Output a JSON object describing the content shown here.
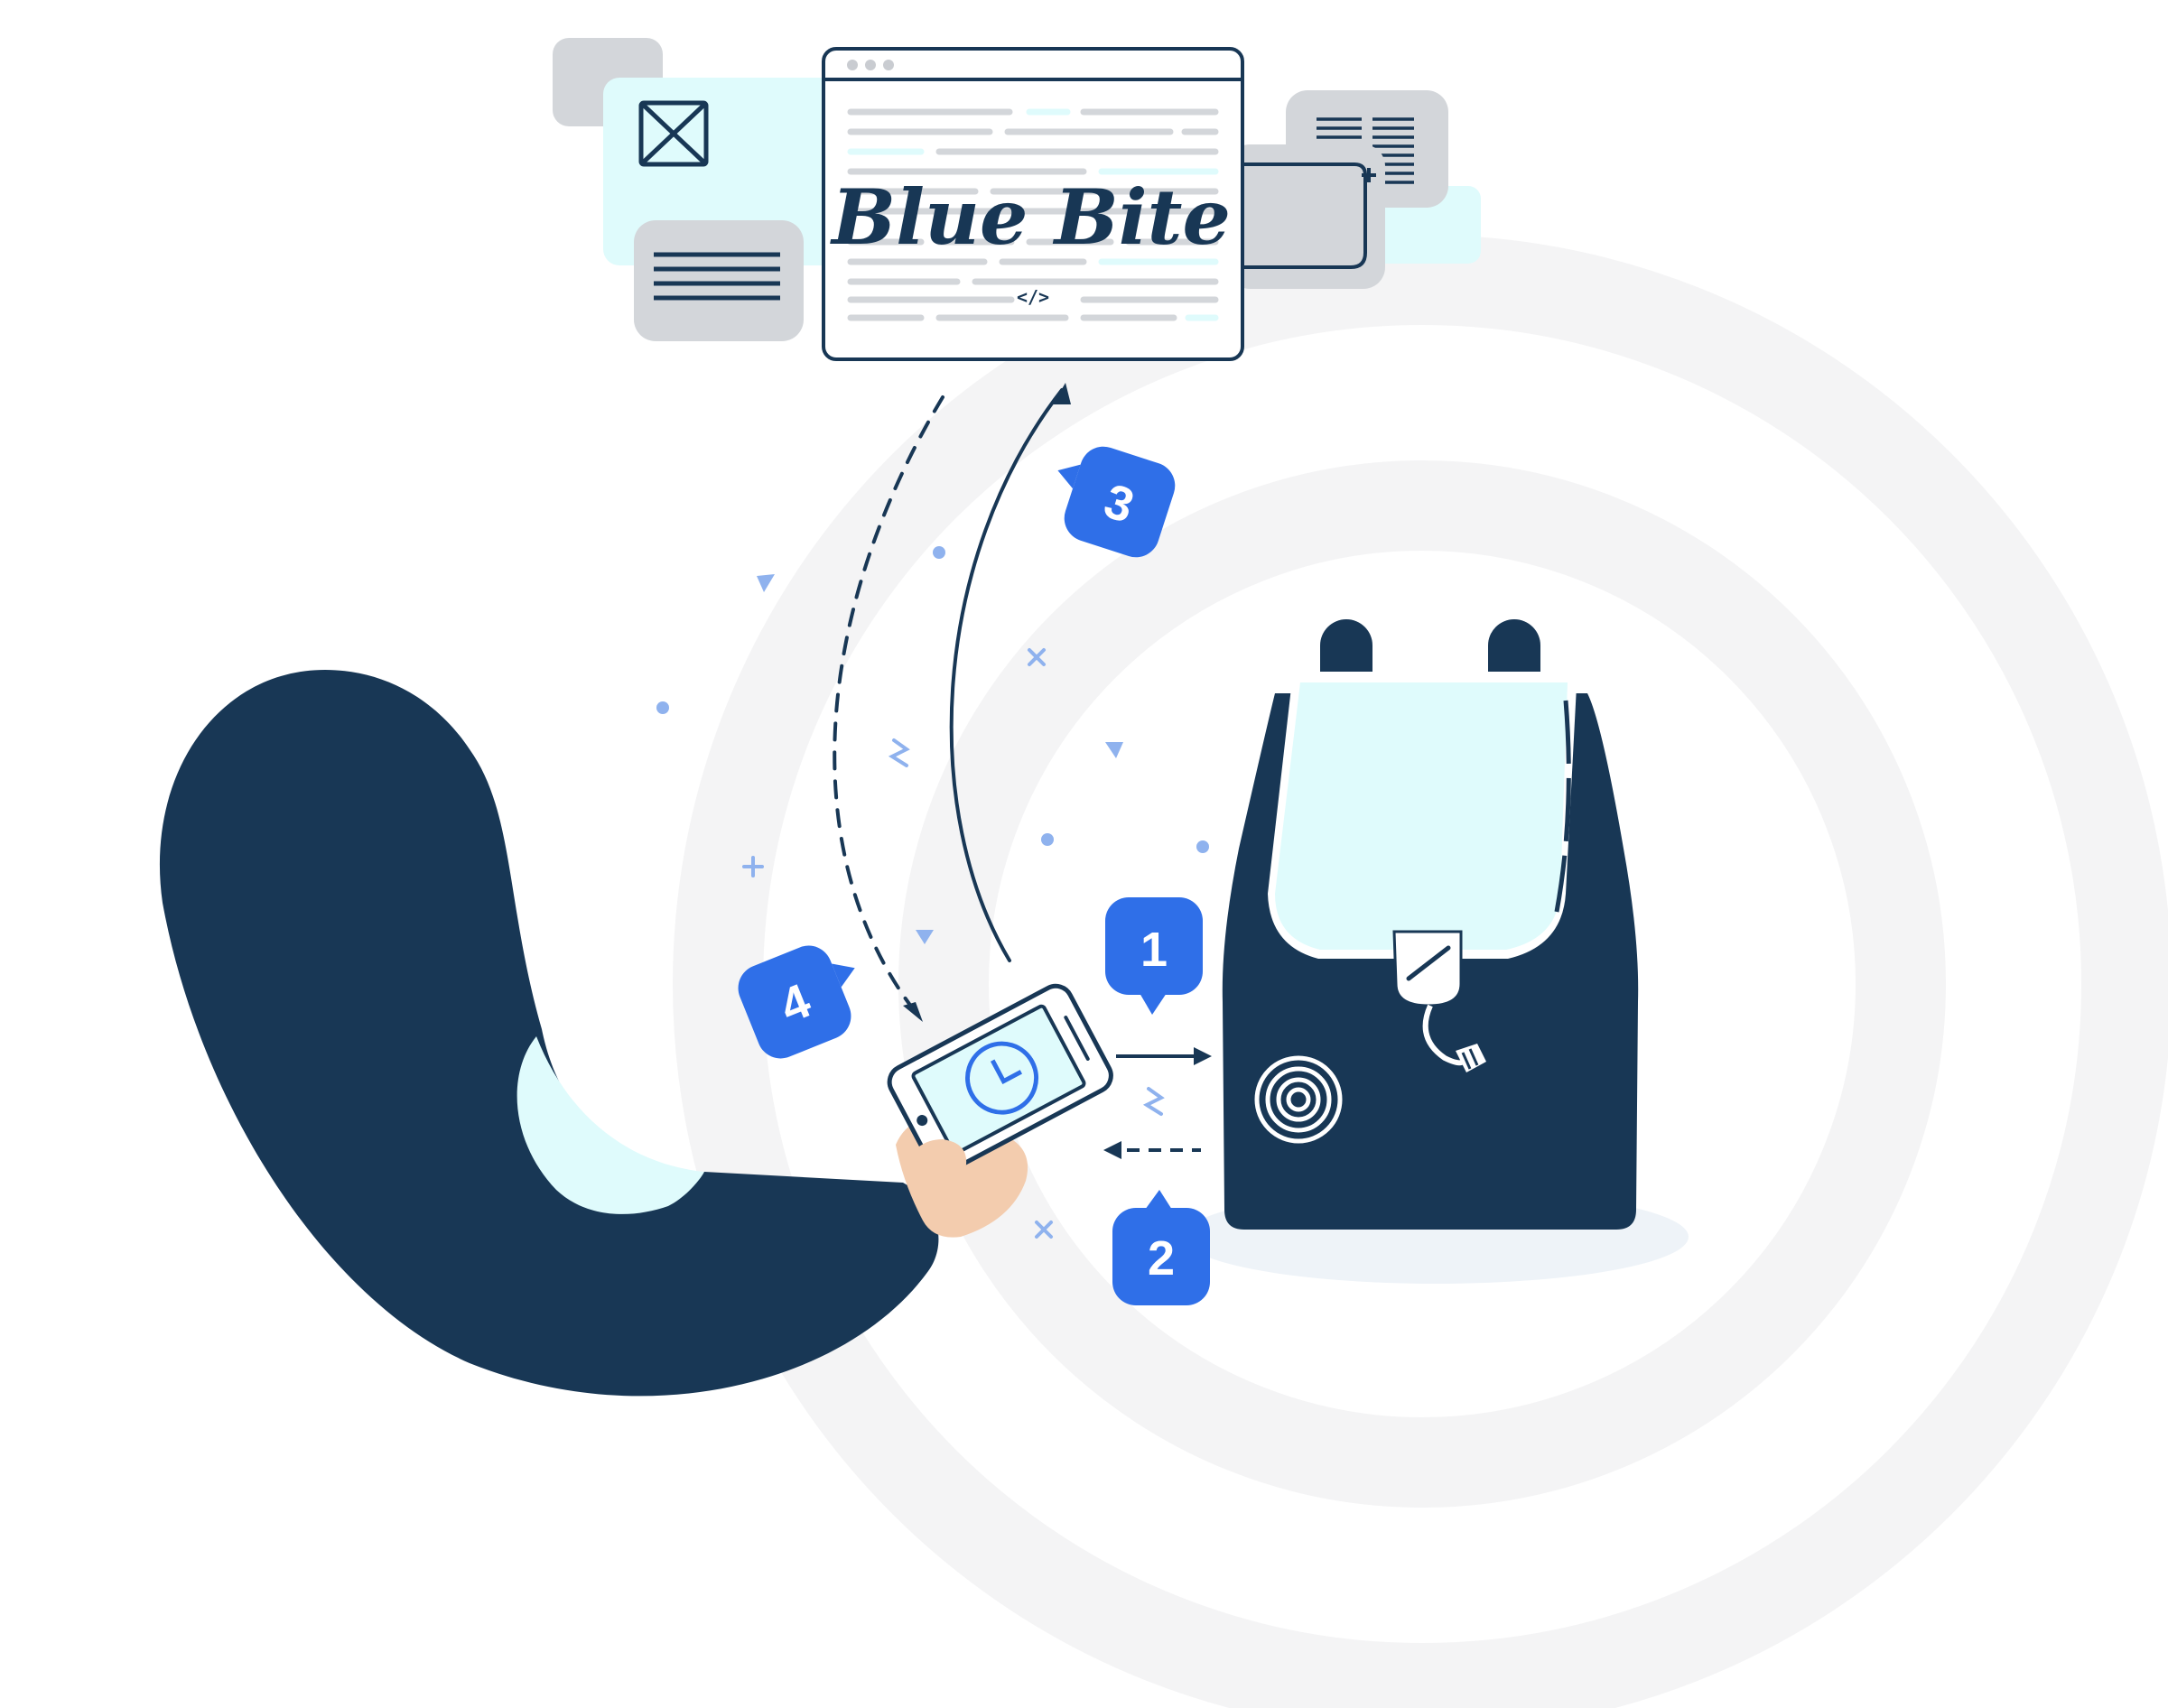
{
  "brand": {
    "logo_text": "Blue Bite",
    "code_tag": "</>"
  },
  "steps": [
    {
      "number": "1"
    },
    {
      "number": "2"
    },
    {
      "number": "3"
    },
    {
      "number": "4"
    }
  ],
  "colors": {
    "navy": "#183755",
    "badge_blue": "#2f6fe8",
    "light_cyan": "#dffbfc",
    "ring_gray": "#f4f4f5",
    "panel_gray": "#d3d6da",
    "skin": "#f3ccae",
    "sparkle": "#8fb2ee"
  },
  "icons": [
    "image-placeholder-icon",
    "text-lines-icon",
    "nfc-tag-icon",
    "tap-phone-icon",
    "clock-icon",
    "browser-window-icon"
  ]
}
